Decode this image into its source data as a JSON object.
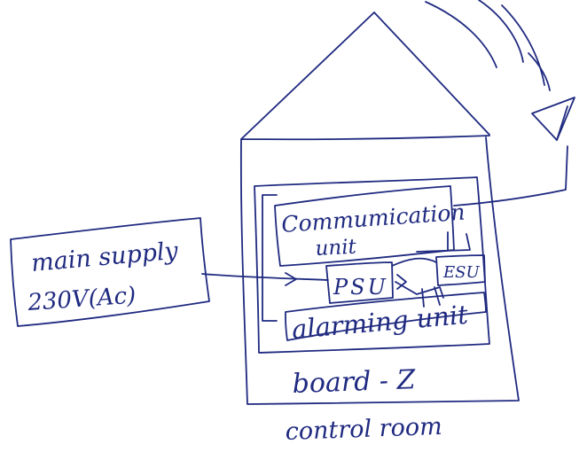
{
  "colors": {
    "ink": "#1f2a80",
    "paper": "#ffffff"
  },
  "labels": {
    "supply_line1": "main supply",
    "supply_line2": "230V(Ac)",
    "comm_line1": "Commumication",
    "comm_line2": "unit",
    "psu": "PSU",
    "esu": "ESU",
    "alarm": "alarming unit",
    "board": "board - Z",
    "room": "control room"
  },
  "icons": [
    "antenna-icon",
    "signal-wave-icon"
  ]
}
